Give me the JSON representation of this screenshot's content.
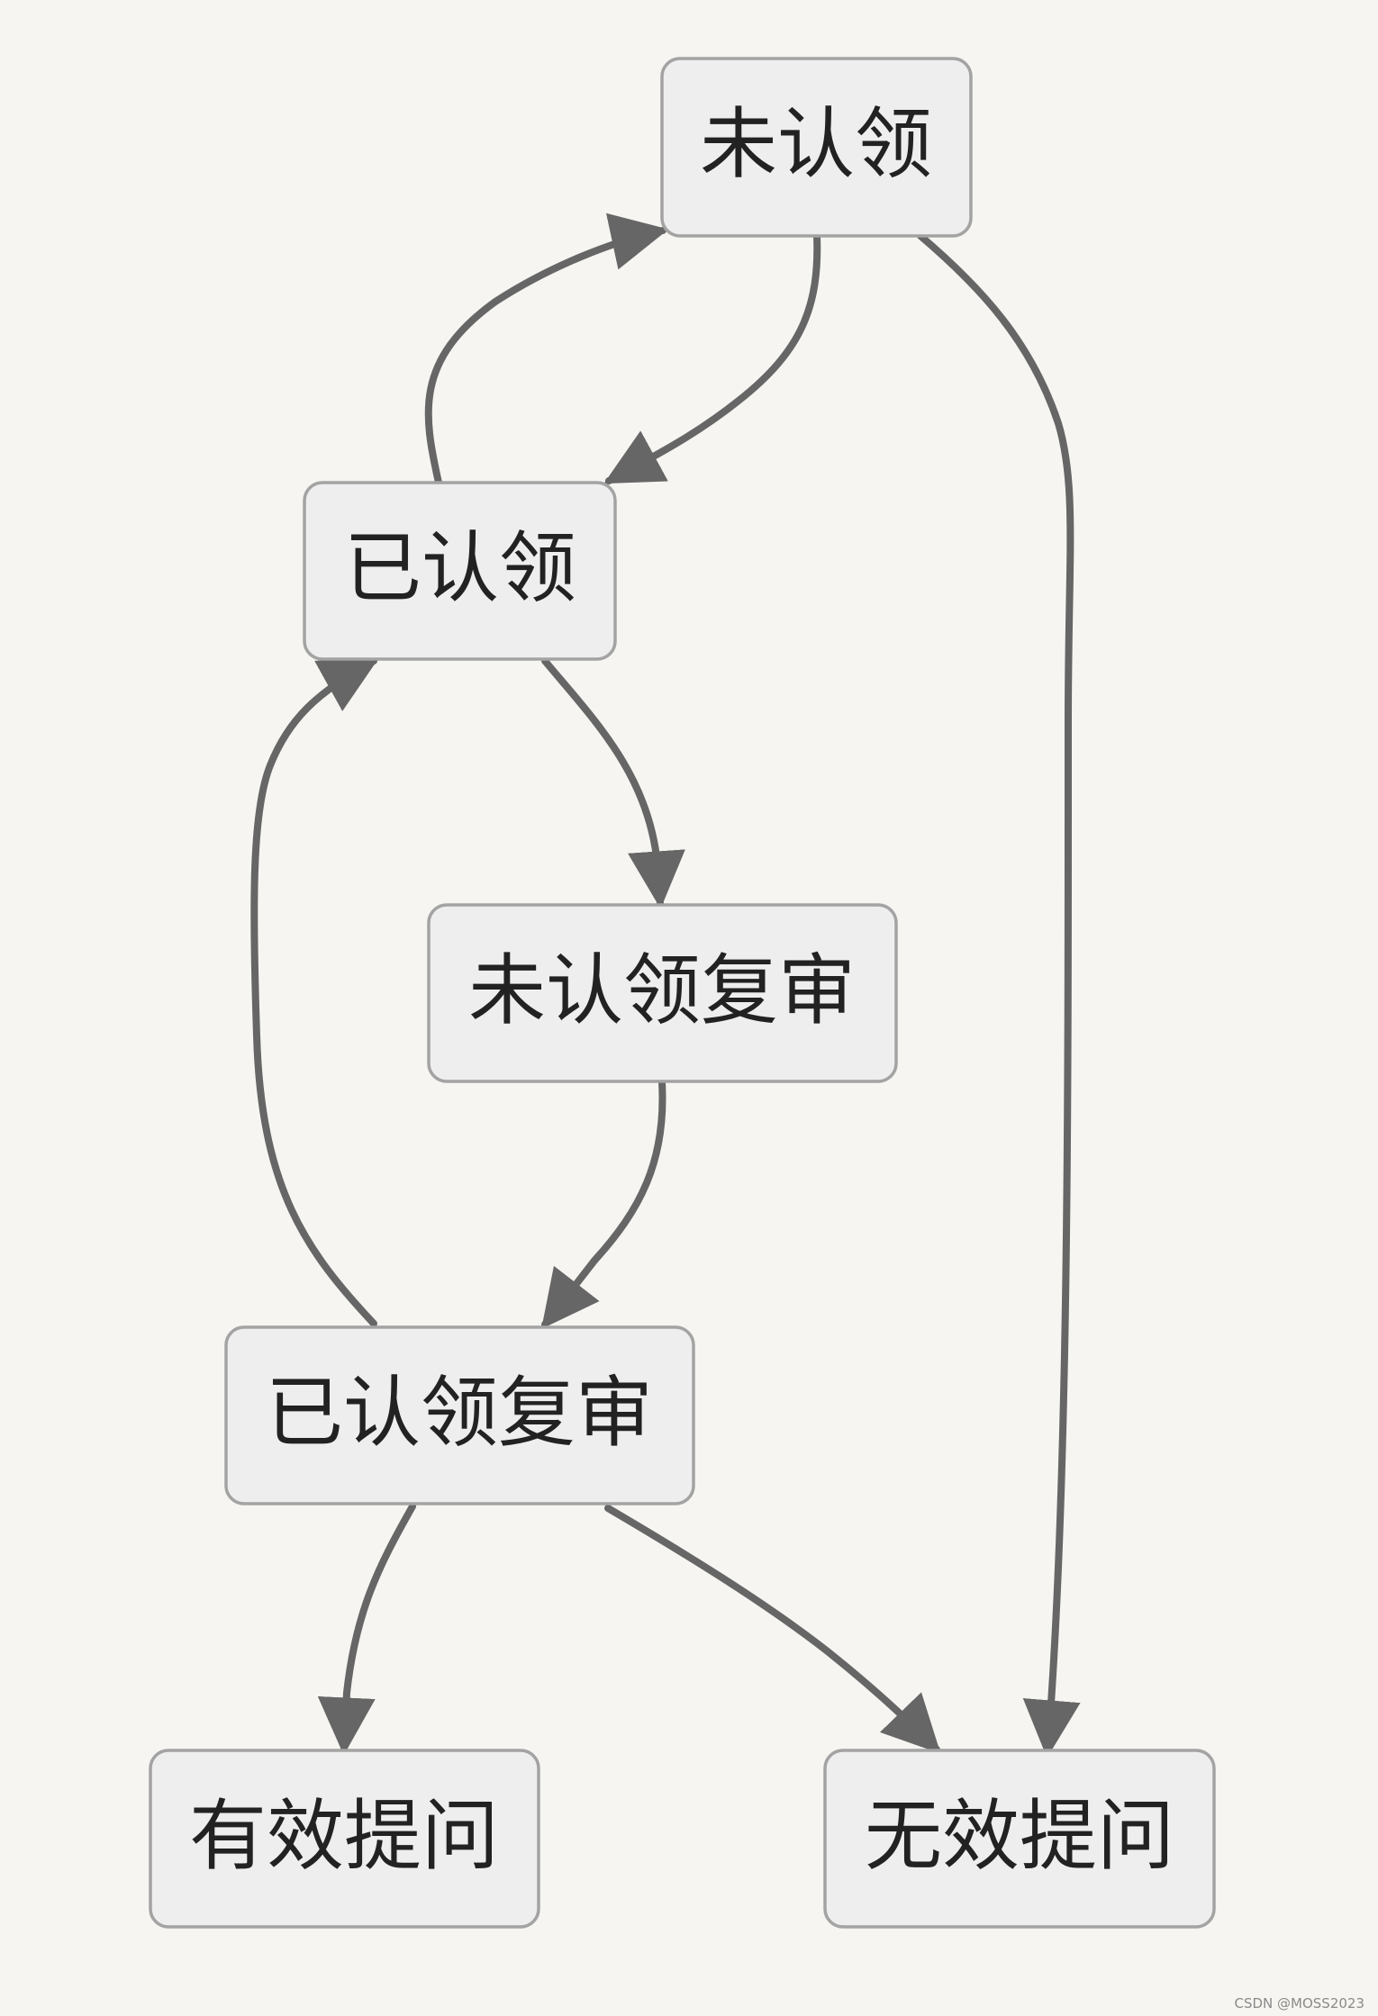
{
  "diagram": {
    "nodes": {
      "unclaimed": "未认领",
      "claimed": "已认领",
      "unclaimed_review": "未认领复审",
      "claimed_review": "已认领复审",
      "valid": "有效提问",
      "invalid": "无效提问"
    },
    "edges": [
      {
        "from": "unclaimed",
        "to": "claimed"
      },
      {
        "from": "claimed",
        "to": "unclaimed"
      },
      {
        "from": "unclaimed",
        "to": "invalid"
      },
      {
        "from": "claimed",
        "to": "unclaimed_review"
      },
      {
        "from": "unclaimed_review",
        "to": "claimed_review"
      },
      {
        "from": "claimed_review",
        "to": "claimed"
      },
      {
        "from": "claimed_review",
        "to": "valid"
      },
      {
        "from": "claimed_review",
        "to": "invalid"
      }
    ]
  },
  "colors": {
    "background": "#f6f5f1",
    "node_fill": "#eeeeee",
    "node_stroke": "#a3a3a3",
    "edge": "#666666",
    "text": "#222222"
  },
  "watermark": "CSDN @MOSS2023"
}
